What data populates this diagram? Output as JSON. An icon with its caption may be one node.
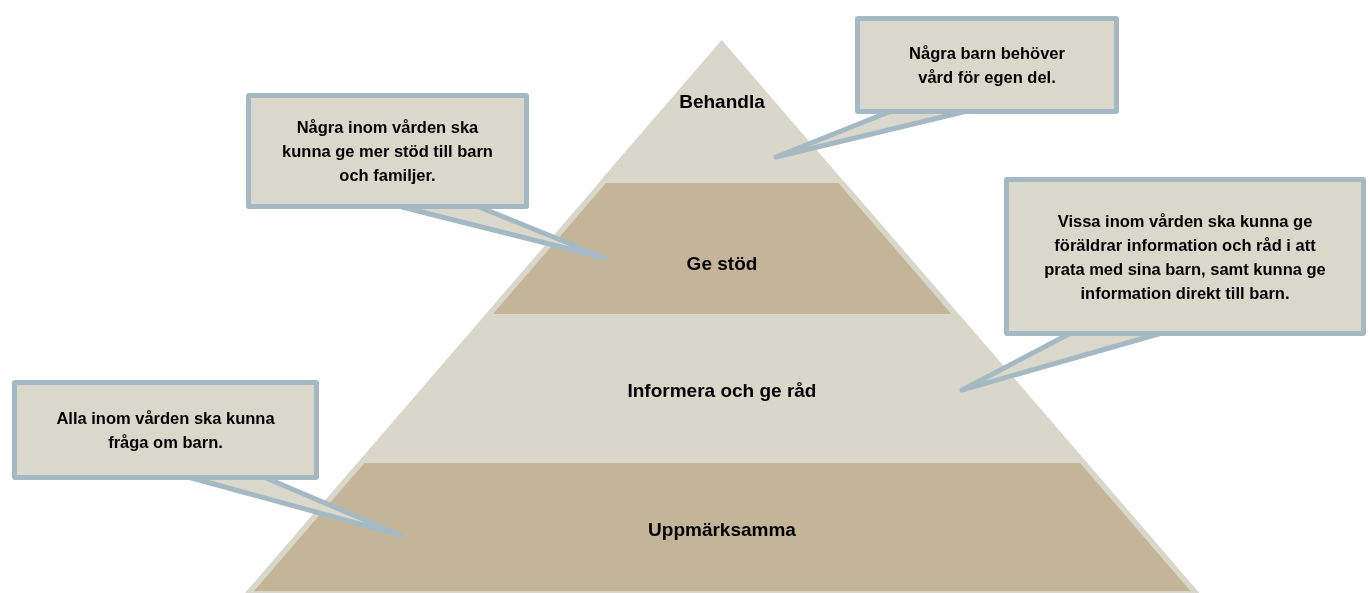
{
  "diagram": {
    "nodes": [
      {
        "text": [
          "Behandla"
        ]
      },
      {
        "text": [
          "Ge stöd"
        ]
      },
      {
        "text": [
          "Informera och ge råd"
        ]
      },
      {
        "text": [
          "Uppmärksamma"
        ]
      },
      {
        "text": [
          "Några inom vården ska kunna ge mer stöd till barn och familjer."
        ]
      },
      {
        "text": [
          "Några barn behöver vård för egen del."
        ]
      },
      {
        "text": [
          "Vissa inom vården ska kunna ge föräldrar information och råd i att prata med sina barn, samt kunna ge information direkt till barn."
        ]
      },
      {
        "text": [
          "Alla inom vården ska kunna fråga om barn."
        ]
      }
    ],
    "edges": [
      {
        "from": 4,
        "to": 1,
        "arrow": "none"
      },
      {
        "from": 5,
        "to": 0,
        "arrow": "none"
      },
      {
        "from": 6,
        "to": 2,
        "arrow": "none"
      },
      {
        "from": 7,
        "to": 3,
        "arrow": "none"
      }
    ]
  }
}
